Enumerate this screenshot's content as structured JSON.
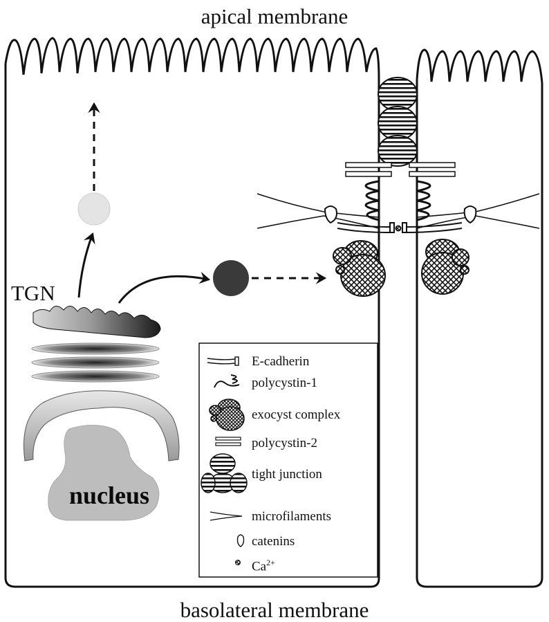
{
  "labels": {
    "top": "apical membrane",
    "bottom": "basolateral membrane",
    "tgn": "TGN",
    "nucleus": "nucleus"
  },
  "legend": {
    "items": [
      {
        "icon": "e-cadherin-icon",
        "label": "E-cadherin"
      },
      {
        "icon": "polycystin-1-icon",
        "label": "polycystin-1"
      },
      {
        "icon": "exocyst-complex-icon",
        "label": "exocyst complex"
      },
      {
        "icon": "polycystin-2-icon",
        "label": "polycystin-2"
      },
      {
        "icon": "tight-junction-icon",
        "label": "tight junction"
      },
      {
        "icon": "microfilaments-icon",
        "label": "microfilaments"
      },
      {
        "icon": "catenins-icon",
        "label": "catenins"
      },
      {
        "icon": "calcium-icon",
        "label": "Ca"
      }
    ],
    "ca_superscript": "2+"
  },
  "colors": {
    "outline": "#111111",
    "apical_vesicle": "#e4e4e4",
    "basolateral_vesicle": "#3a3a3a",
    "nucleus_fill": "#bdbdbd",
    "golgi_gradient_dark": "#222222",
    "golgi_gradient_light": "#e0e0e0"
  }
}
